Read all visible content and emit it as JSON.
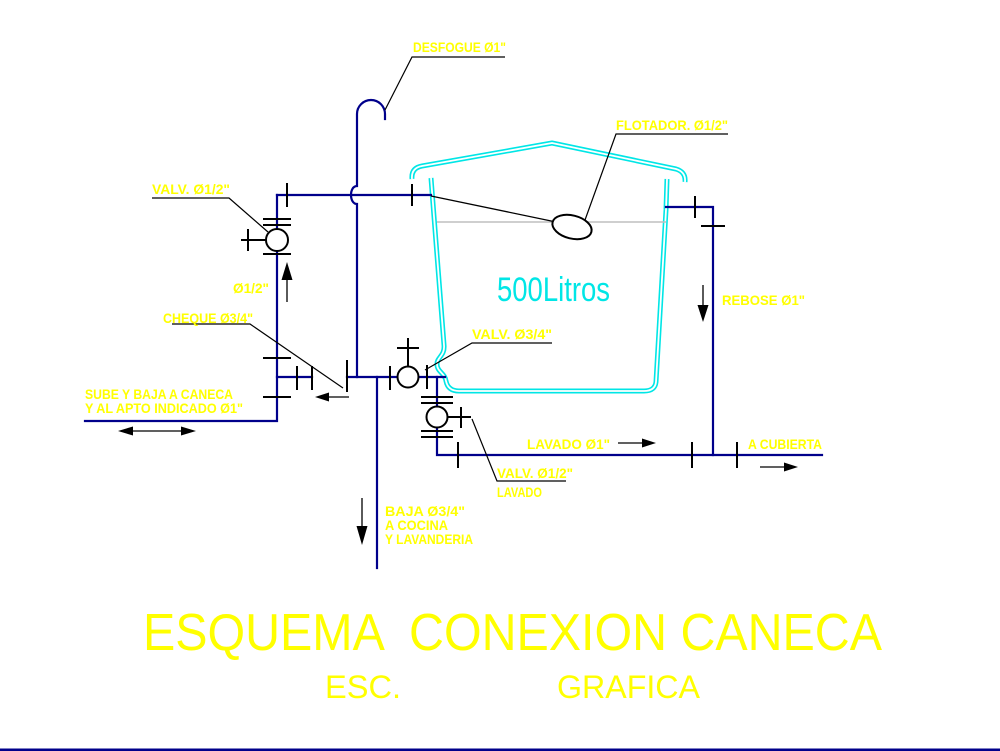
{
  "colors": {
    "pipe": "#00008B",
    "tank": "#00E6E6",
    "label_text": "#FFFF00",
    "black_lines": "#000000",
    "water_level": "#BFBFBF",
    "background": "#FFFFFF"
  },
  "labels": {
    "desfogue": "DESFOGUE Ø1\"",
    "flotador": "FLOTADOR. Ø1/2\"",
    "valv_left": "VALV. Ø1/2\"",
    "dia_half": "Ø1/2\"",
    "cheque": "CHEQUE Ø3/4\"",
    "sube_line1": "SUBE Y BAJA A CANECA",
    "sube_line2": "Y AL APTO INDICADO Ø1\"",
    "valv_34": "VALV. Ø3/4\"",
    "rebose": "REBOSE Ø1\"",
    "lavado": "LAVADO Ø1\"",
    "a_cubierta": "A CUBIERTA",
    "valv_lavado_line1": "VALV. Ø1/2\"",
    "valv_lavado_line2": "LAVADO",
    "baja_line1": "BAJA Ø3/4\"",
    "baja_line2": "A COCINA",
    "baja_line3": "Y LAVANDERIA"
  },
  "tank": {
    "capacity": "500Litros"
  },
  "title": {
    "main": "ESQUEMA  CONEXION CANECA",
    "scale_label": "ESC.",
    "scale_value": "GRAFICA"
  }
}
